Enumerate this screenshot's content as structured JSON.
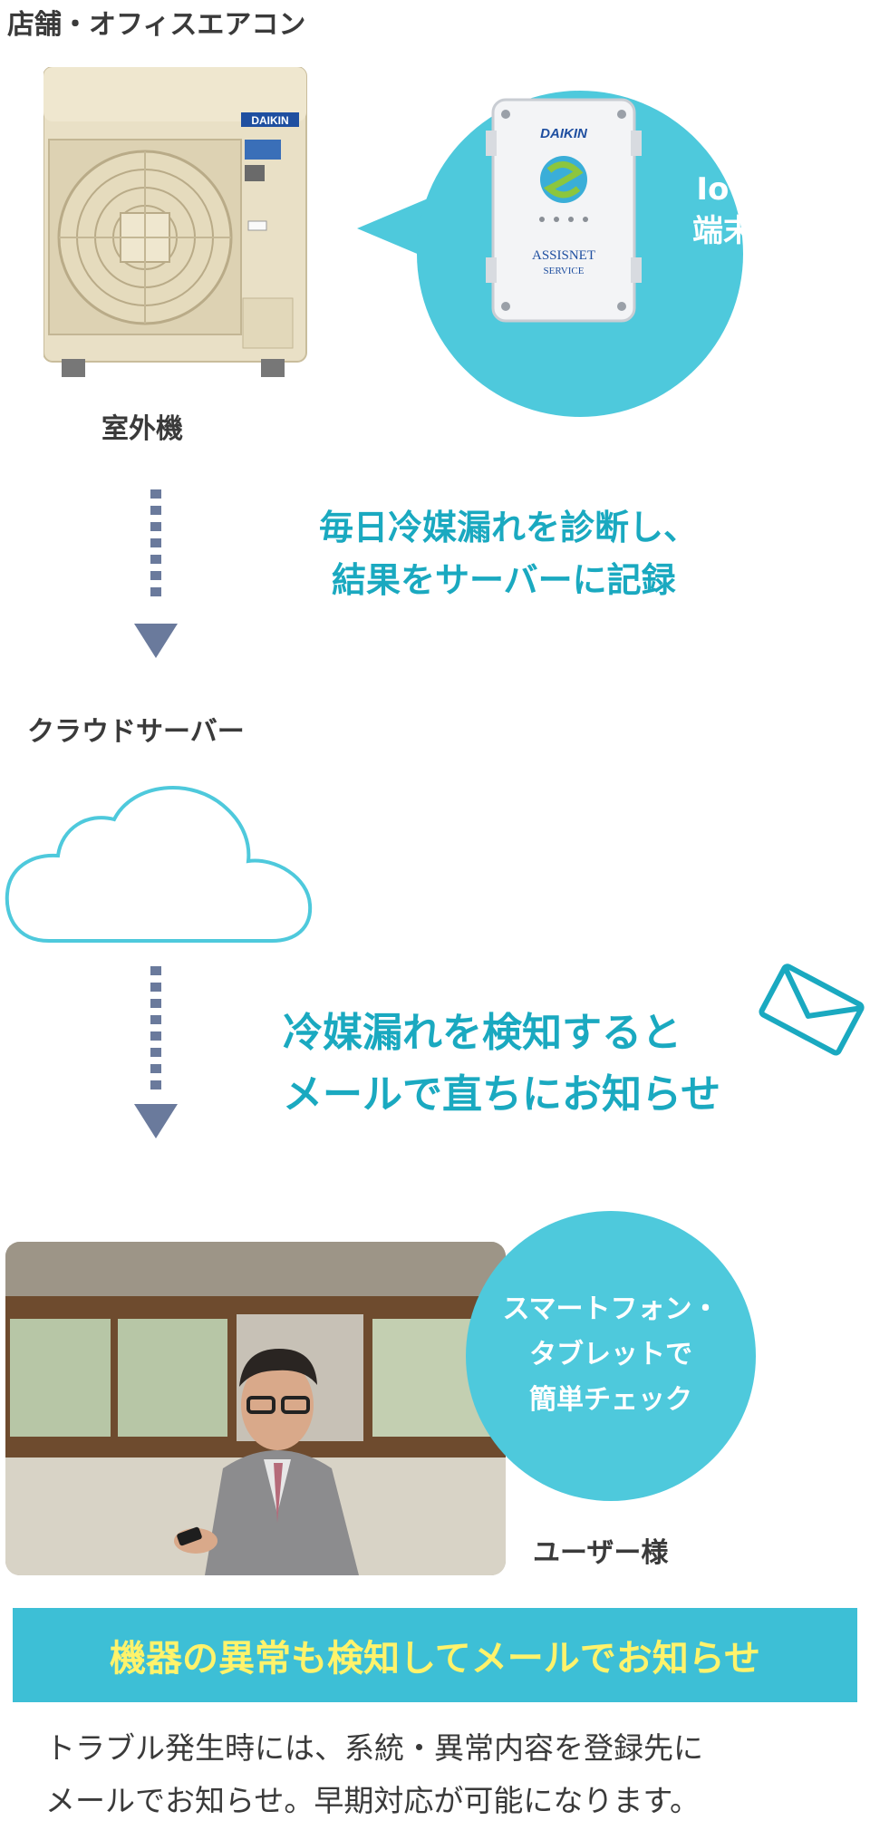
{
  "header": {
    "title": "店舗・オフィスエアコン"
  },
  "outdoor_unit": {
    "caption": "室外機",
    "brand": "DAIKIN"
  },
  "iot": {
    "label_line1": "IoT",
    "label_line2": "端末",
    "device_brand": "DAIKIN",
    "device_name_line1": "ASSISNET",
    "device_name_line2": "SERVICE"
  },
  "step1": {
    "line1": "毎日冷媒漏れを診断し、",
    "line2": "結果をサーバーに記録"
  },
  "cloud": {
    "label": "クラウドサーバー"
  },
  "step2": {
    "line1": "冷媒漏れを検知すると",
    "line2": "メールで直ちにお知らせ"
  },
  "user": {
    "bubble_line1": "スマートフォン・",
    "bubble_line2": "タブレットで",
    "bubble_line3": "簡単チェック",
    "label": "ユーザー様"
  },
  "banner": {
    "text": "機器の異常も検知してメールでお知らせ"
  },
  "note": {
    "line1": "トラブル発生時には、系統・異常内容を登録先に",
    "line2": "メールでお知らせ。早期対応が可能になります。"
  },
  "colors": {
    "accent": "#4ec9dc",
    "accent_text": "#1aa9c0",
    "arrow": "#6a7a9c",
    "banner_text": "#fff36b"
  },
  "icons": [
    "outdoor-unit-icon",
    "iot-device-icon",
    "dotted-arrow-icon",
    "cloud-icon",
    "mail-icon",
    "user-photo"
  ]
}
